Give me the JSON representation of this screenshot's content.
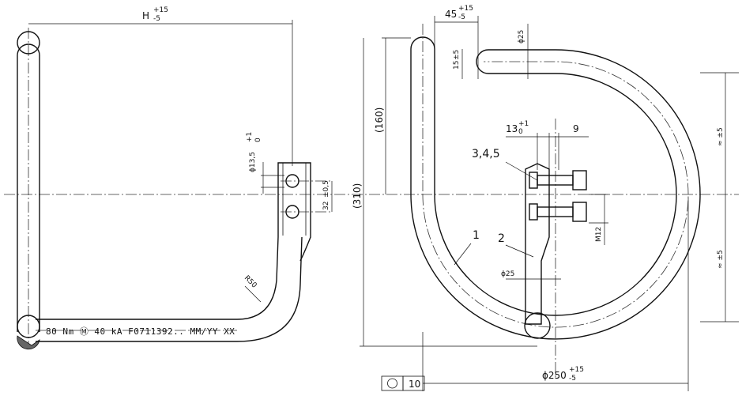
{
  "left_view": {
    "width_dim": "H",
    "width_tol_plus": "+15",
    "width_tol_minus": "-5",
    "hole_dia": "ϕ13,5",
    "hole_tol_plus": "+1",
    "hole_tol_zero": "0",
    "hole_spacing": "32",
    "hole_spacing_tol": "±0,5",
    "bend_radius": "R50",
    "marking": "80 Nm Ⓜ 40 kA F0711392.. MM/YY XX"
  },
  "right_view": {
    "offset_dim": "45",
    "offset_tol_plus": "+15",
    "offset_tol_minus": "-5",
    "rod_dia": "ϕ25",
    "gap_dim": "15",
    "gap_tol": "±5",
    "height_ref": "(160)",
    "total_ref": "(310)",
    "slot_dim": "13",
    "slot_tol_plus": "+1",
    "slot_tol_zero": "0",
    "edge_dim": "9",
    "part_refs": "3,4,5",
    "part_1": "1",
    "part_2": "2",
    "bolt": "M12",
    "plate_rod_dia": "ϕ25",
    "side_tol_1": "≈ ±5",
    "side_tol_2": "≈ ±5",
    "ring_dia": "ϕ250",
    "ring_tol_plus": "+15",
    "ring_tol_minus": "-5"
  },
  "tolerance_frame": {
    "symbol": "circularity-symbol",
    "value": "10"
  }
}
